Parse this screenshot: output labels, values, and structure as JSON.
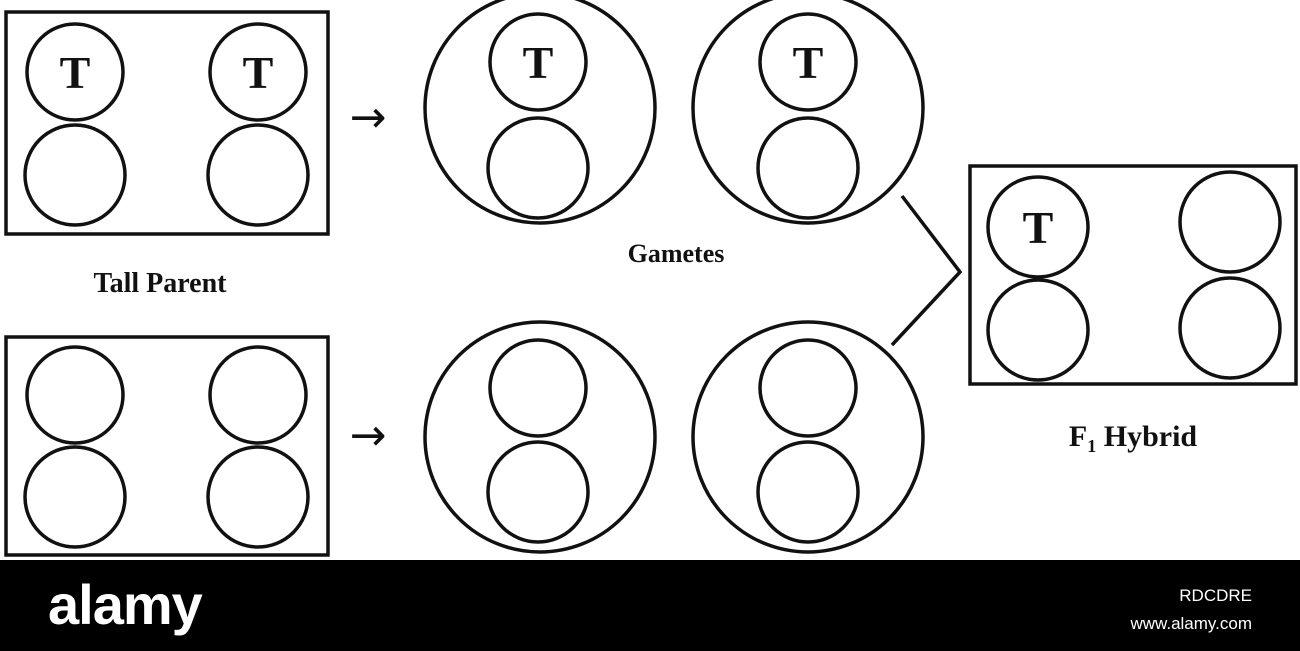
{
  "diagram": {
    "labels": {
      "tall_parent": "Tall Parent",
      "gametes": "Gametes",
      "f1_hybrid_prefix": "F",
      "f1_hybrid_subscript": "1",
      "f1_hybrid_suffix": " Hybrid"
    },
    "gene_letter": "T",
    "arrow_glyph": "→"
  },
  "footer": {
    "brand": "alamy",
    "image_id": "RDCDRE",
    "url": "www.alamy.com"
  }
}
